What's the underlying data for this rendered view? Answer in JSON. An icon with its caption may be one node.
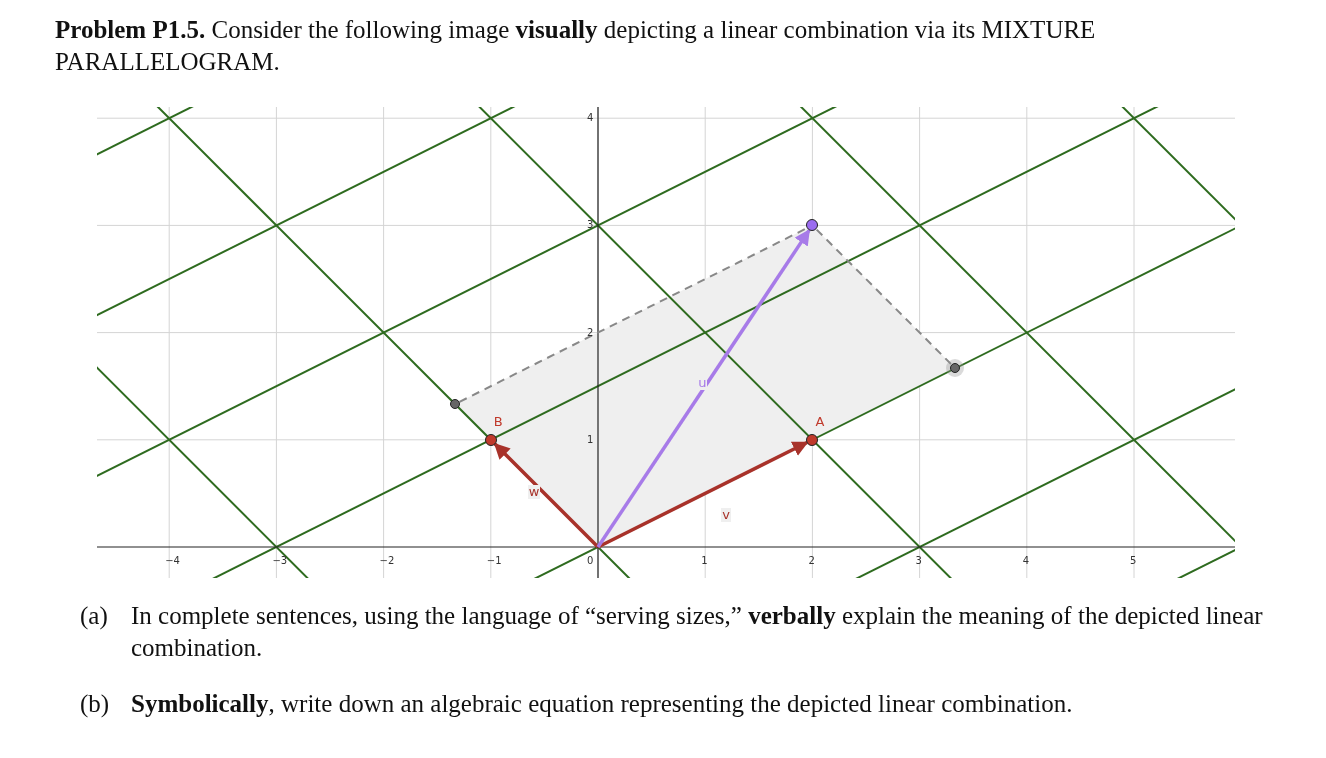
{
  "diagram": {
    "nodes": [
      {
        "text": [
          "B"
        ]
      },
      {
        "text": [
          "A"
        ]
      },
      {
        "text": [],
        "shape": "circle"
      },
      {
        "text": [],
        "shape": "circle"
      },
      {
        "text": [],
        "shape": "circle"
      },
      {
        "text": [
          "0"
        ]
      }
    ],
    "edges": [
      {
        "from": 5,
        "to": 0,
        "arrow": "to",
        "label": "w",
        "color": "#a8322a"
      },
      {
        "from": 5,
        "to": 1,
        "arrow": "to",
        "label": "v",
        "color": "#a8322a"
      },
      {
        "from": 5,
        "to": 2,
        "arrow": "to",
        "label": "u",
        "color": "#a77be8"
      },
      {
        "from": 3,
        "to": 2,
        "arrow": "none",
        "style": "dashed",
        "color": "#888888"
      },
      {
        "from": 2,
        "to": 4,
        "arrow": "none",
        "style": "dashed",
        "color": "#888888"
      }
    ],
    "labels": [
      "**Problem P1.5.** Consider the following image **visually** depicting a linear combination via its MIXTURE PARALLELOGRAM.",
      "4",
      "3",
      "2",
      "1",
      "−4",
      "−3",
      "−2",
      "−1",
      "1",
      "2",
      "3",
      "4",
      "5",
      "(a)",
      "In complete sentences, using the language of “serving sizes,” **verbally** explain the meaning of the depicted linear combination.",
      "(b)",
      "**Symbolically**, write down an algebraic equation representing the depicted linear combination."
    ]
  }
}
